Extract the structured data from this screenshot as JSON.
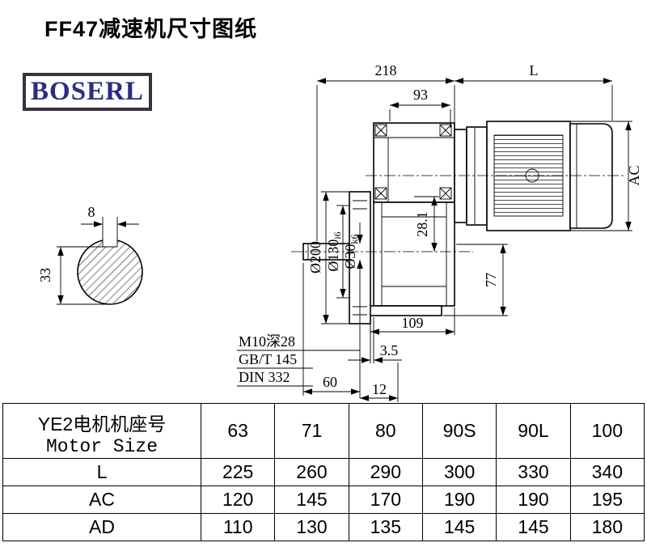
{
  "title": "FF47减速机尺寸图纸",
  "logo": "BOSERL",
  "drawing": {
    "dim_218": "218",
    "dim_L": "L",
    "dim_93": "93",
    "dim_AC": "AC",
    "dim_8": "8",
    "dim_33": "33",
    "dim_d200": "Ø200",
    "dim_d130": "Ø130",
    "dim_d130_tol": "i6",
    "dim_d30": "Ø30",
    "dim_d30_tol": "k6",
    "dim_28_1": "28.1",
    "dim_77": "77",
    "dim_109": "109",
    "dim_3_5": "3.5",
    "dim_60": "60",
    "dim_12": "12",
    "note_m10": "M10深28",
    "note_gbt": "GB/T 145",
    "note_din": "DIN 332"
  },
  "table": {
    "header_cn": "YE2电机机座号",
    "header_en": "Motor Size",
    "columns": [
      "63",
      "71",
      "80",
      "90S",
      "90L",
      "100"
    ],
    "rows": [
      {
        "label": "L",
        "values": [
          "225",
          "260",
          "290",
          "300",
          "330",
          "340"
        ]
      },
      {
        "label": "AC",
        "values": [
          "120",
          "145",
          "170",
          "190",
          "190",
          "195"
        ]
      },
      {
        "label": "AD",
        "values": [
          "110",
          "130",
          "135",
          "145",
          "145",
          "180"
        ]
      }
    ]
  }
}
